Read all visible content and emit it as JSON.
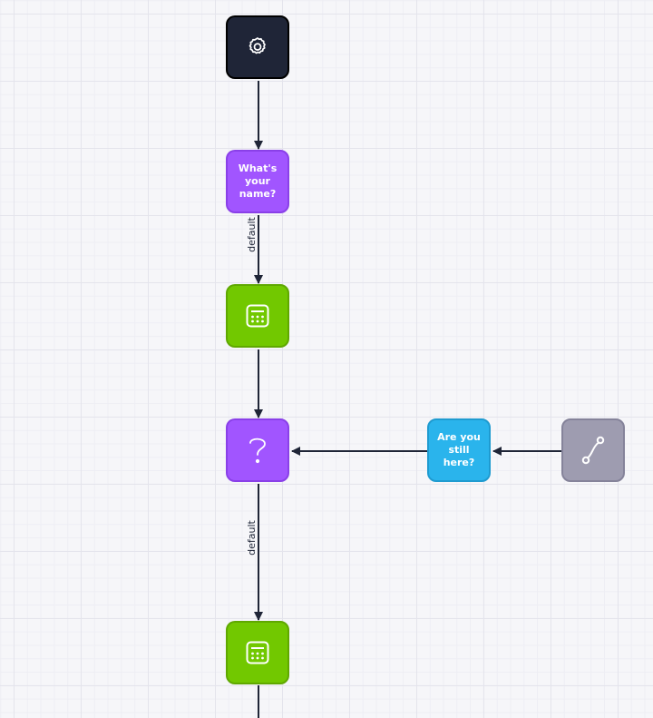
{
  "flow": {
    "nodes": {
      "start": {
        "kind": "settings",
        "icon": "gear-icon",
        "color": "#1f2537"
      },
      "ask_name": {
        "kind": "message",
        "label": "What's your name?",
        "color": "#a155ff"
      },
      "calc_1": {
        "kind": "calculator",
        "icon": "calculator-icon",
        "color": "#72c800"
      },
      "question": {
        "kind": "question",
        "icon": "question-icon",
        "color": "#a155ff"
      },
      "still_here": {
        "kind": "message",
        "label": "Are you still here?",
        "color": "#2ab4ec"
      },
      "trigger": {
        "kind": "trigger",
        "icon": "route-icon",
        "color": "#9e9cb0"
      },
      "calc_2": {
        "kind": "calculator",
        "icon": "calculator-icon",
        "color": "#72c800"
      }
    },
    "edges": [
      {
        "from": "start",
        "to": "ask_name",
        "label": ""
      },
      {
        "from": "ask_name",
        "to": "calc_1",
        "label": "default"
      },
      {
        "from": "calc_1",
        "to": "question",
        "label": ""
      },
      {
        "from": "still_here",
        "to": "question",
        "label": ""
      },
      {
        "from": "trigger",
        "to": "still_here",
        "label": ""
      },
      {
        "from": "question",
        "to": "calc_2",
        "label": "default"
      }
    ],
    "edge_color": "#1f2537"
  }
}
